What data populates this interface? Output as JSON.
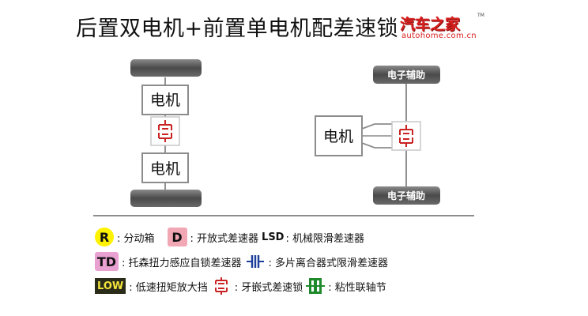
{
  "title": "后置双电机+前置单电机配差速锁",
  "logo": {
    "name": "汽车之家",
    "url": "autohome.com.cn",
    "tm": "TM"
  },
  "left_diagram": {
    "top_motor": "电机",
    "bottom_motor": "电机"
  },
  "right_diagram": {
    "motor": "电机",
    "top_aux": "电子辅助",
    "bottom_aux": "电子辅助"
  },
  "legend": {
    "r_symbol": "R",
    "r_text": ": 分动箱",
    "d_symbol": "D",
    "d_text": ": 开放式差速器",
    "lsd_symbol": "LSD",
    "lsd_text": ": 机械限滑差速器",
    "td_symbol": "TD",
    "td_text": ": 托森扭力感应自锁差速器",
    "multiplate_text": ": 多片离合器式限滑差速器",
    "low_symbol": "LOW",
    "low_text": ": 低速扭矩放大挡",
    "dog_text": ": 牙嵌式差速锁",
    "viscous_text": ": 粘性联轴节"
  },
  "colors": {
    "axle": "#6d6d6d",
    "tire": "#5c5c5c",
    "lock_red": "#c92323",
    "viscous_green": "#1e8a2b",
    "divider": "#8c8c8c"
  }
}
